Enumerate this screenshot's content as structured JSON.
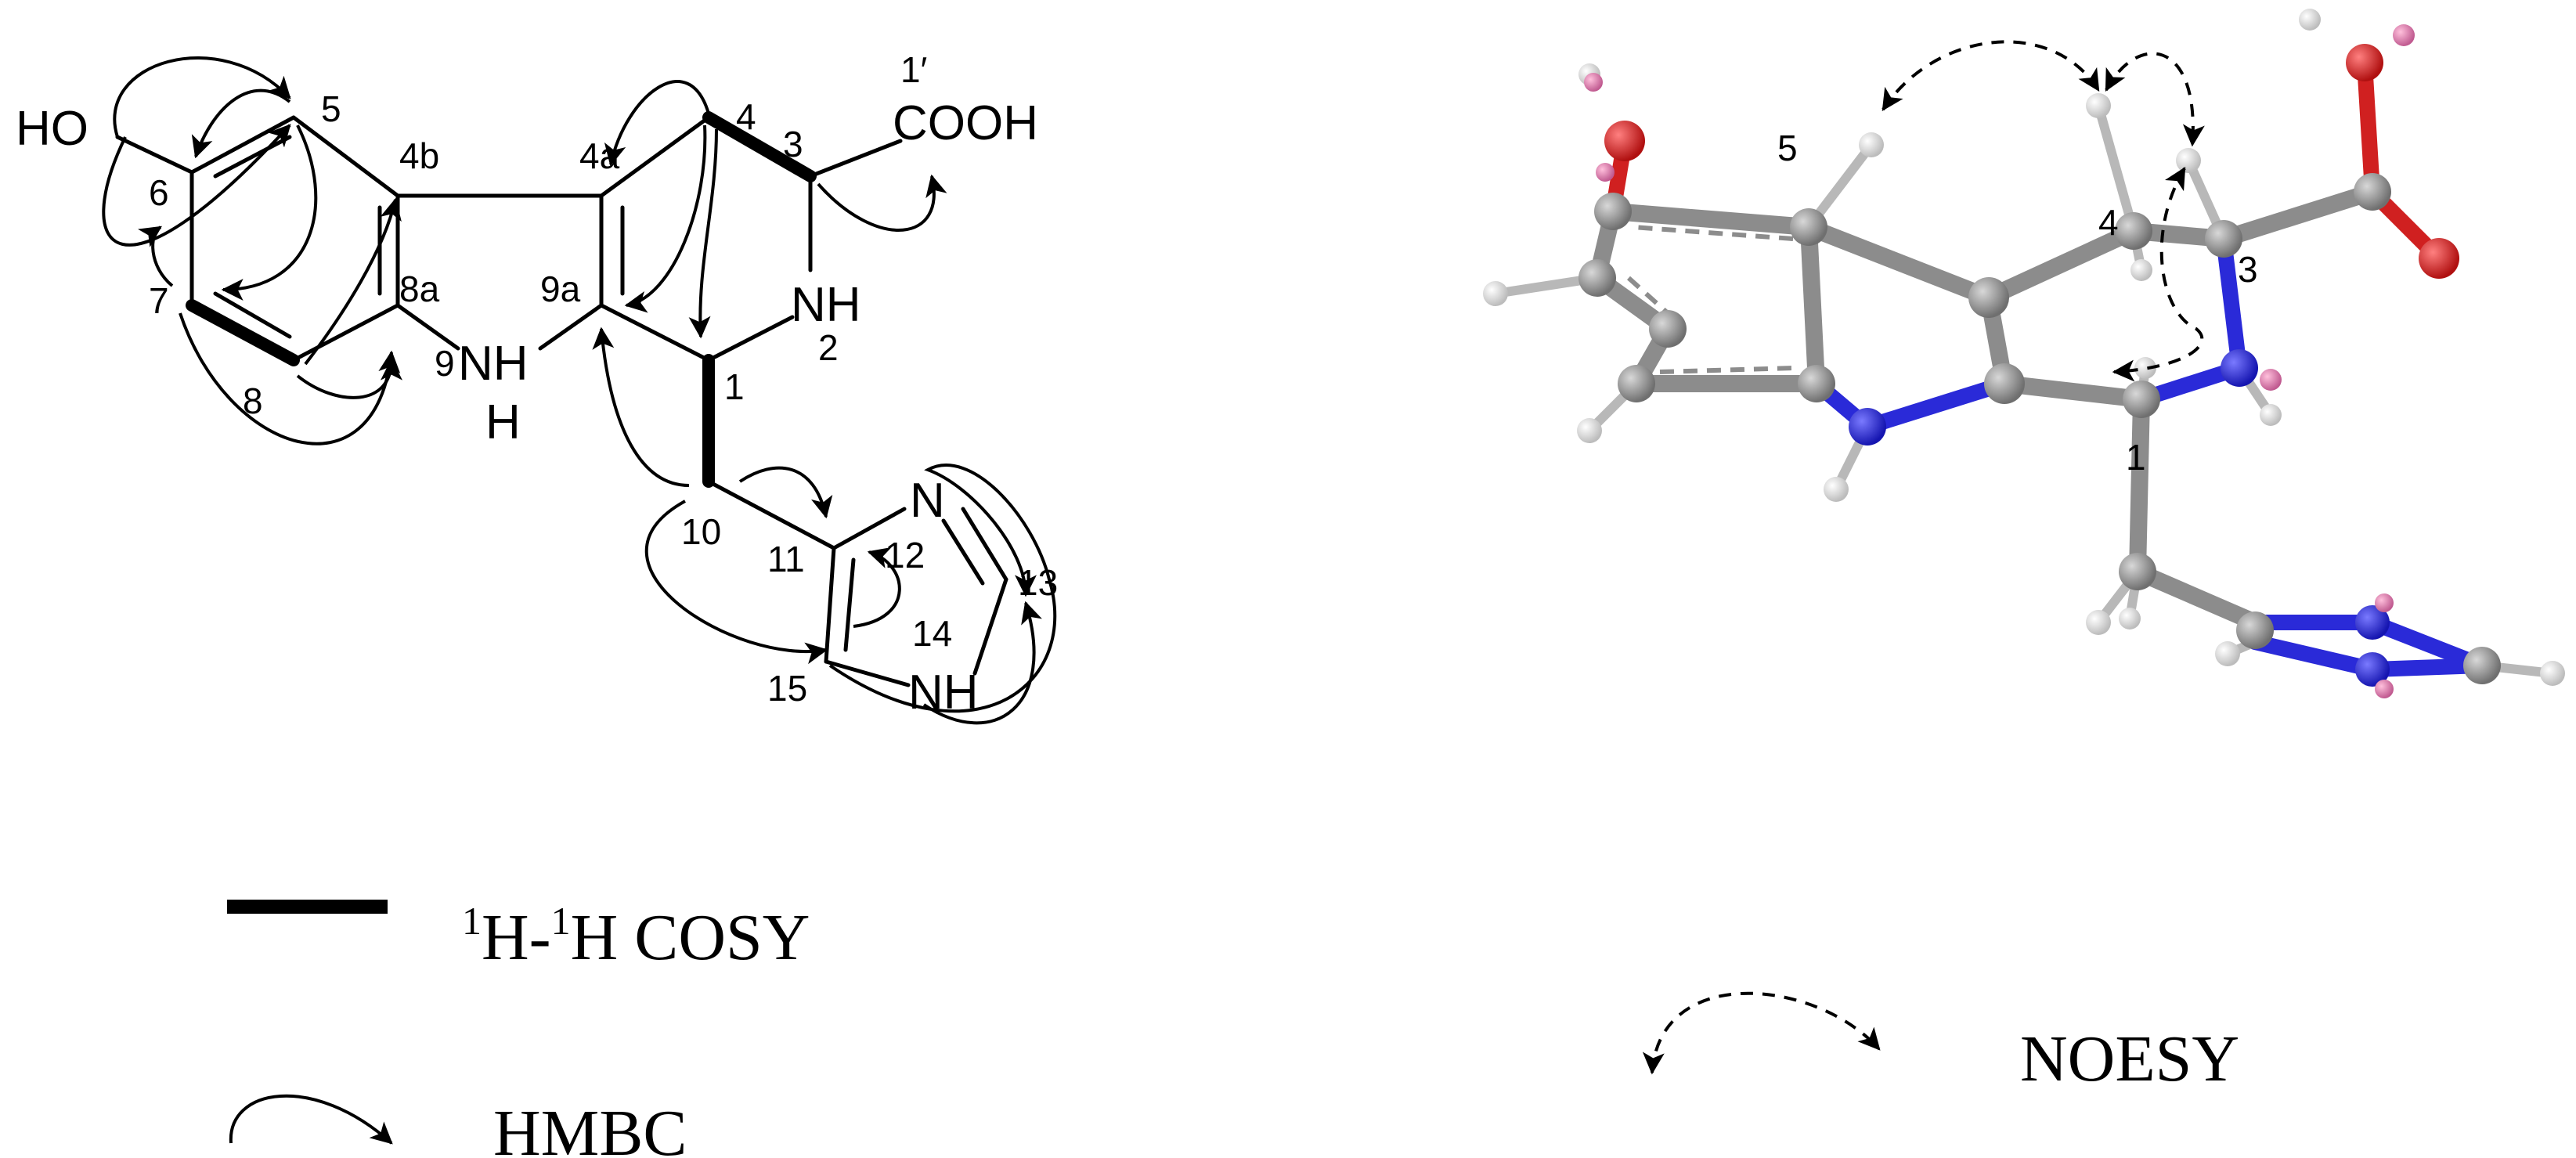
{
  "structure_2d": {
    "labels": {
      "ho": "HO",
      "cooh": "COOH",
      "c1prime": "1′",
      "c3": "3",
      "c4": "4",
      "c4a": "4a",
      "c4b": "4b",
      "c5": "5",
      "c6": "6",
      "c7": "7",
      "c8": "8",
      "c8a": "8a",
      "c9a": "9a",
      "c9": "9",
      "n9": "NH",
      "nh2": "NH",
      "c2": "2",
      "c1": "1",
      "c10": "10",
      "c11": "11",
      "n12": "N",
      "c12": "12",
      "c13": "13",
      "c14": "14",
      "c15": "15",
      "nh14": "NH"
    }
  },
  "model_3d": {
    "labels": {
      "c5": "5",
      "c4": "4",
      "c3": "3",
      "c1": "1"
    },
    "colors": {
      "carbon": "#8c8c8c",
      "nitrogen": "#2a2ad8",
      "oxygen": "#d02020",
      "hydrogen": "#e0e0e0",
      "polar_hydrogen": "#e07fb0"
    }
  },
  "legend": {
    "cosy_label": "H-H COSY",
    "cosy_sup": "1",
    "hmbc_label": "HMBC",
    "noesy_label": "NOESY"
  }
}
